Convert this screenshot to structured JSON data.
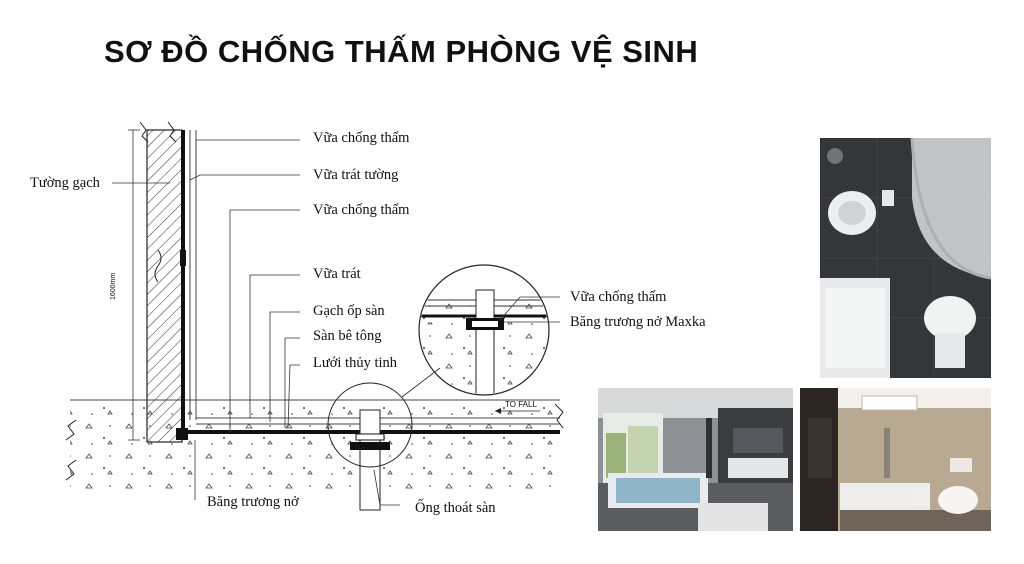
{
  "title": "SƠ ĐỒ CHỐNG THẤM PHÒNG VỆ SINH",
  "labels": {
    "vua_chong_tham_1": "Vữa chống thấm",
    "vua_trat_tuong": "Vữa trát tường",
    "vua_chong_tham_2": "Vữa chống thấm",
    "vua_trat": "Vữa trát",
    "gach_op_san": "Gạch ốp sàn",
    "san_be_tong": "Sàn bê tông",
    "luoi_thuy_tinh": "Lưới thủy tinh",
    "tuong_gach": "Tường gạch",
    "bang_truong_no": "Băng trương nở",
    "ong_thoat_san": "Ống thoát sàn",
    "detail_vua_chong_tham": "Vữa chống thấm",
    "detail_bang_truong_no_maxka": "Băng trương nở Maxka",
    "to_fall": "TO FALL",
    "dimension_1600": "1600mm"
  },
  "photos": [
    "bathroom-top-view",
    "bathroom-bathtub-window",
    "bathroom-skylight"
  ],
  "colors": {
    "ink": "#111111",
    "wall_hatch": "#333333",
    "floor_tile": "#2a2d30"
  }
}
